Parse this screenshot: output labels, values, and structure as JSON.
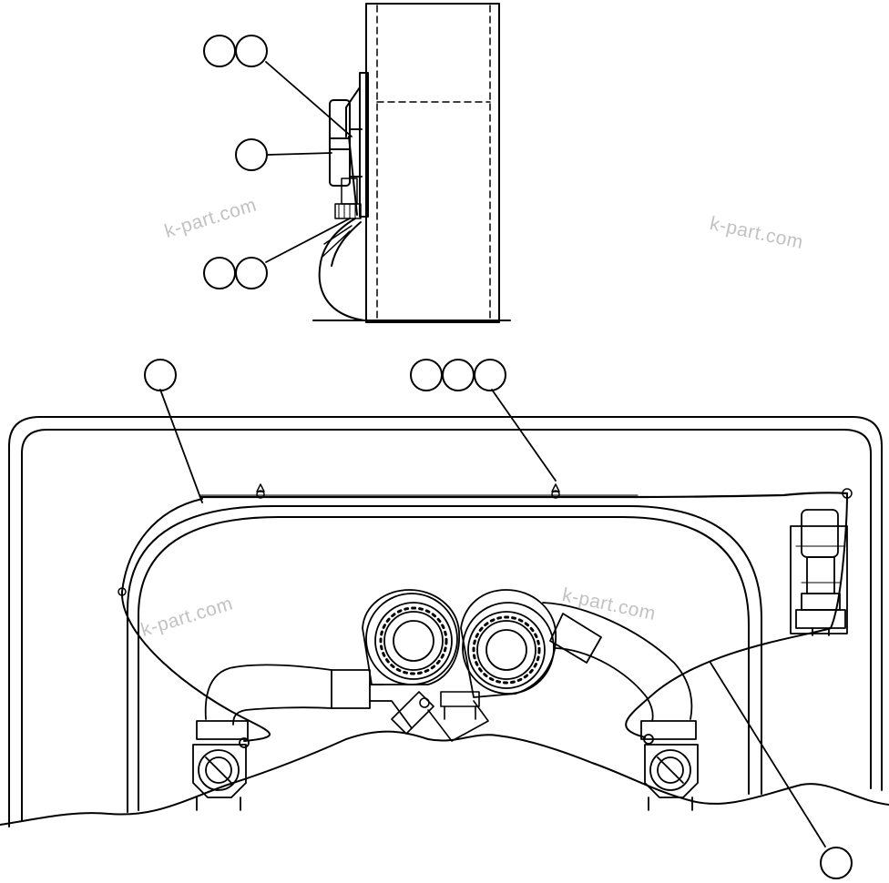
{
  "watermarks": [
    {
      "text": "k-part.com"
    },
    {
      "text": "k-part.com"
    },
    {
      "text": "k-part.com"
    },
    {
      "text": "k-part.com"
    }
  ],
  "callouts": [
    {
      "name": "callout-pair-upper",
      "count": 2
    },
    {
      "name": "callout-single-upper",
      "count": 1
    },
    {
      "name": "callout-pair-lower",
      "count": 2
    },
    {
      "name": "callout-single-left",
      "count": 1
    },
    {
      "name": "callout-triple-center",
      "count": 3
    },
    {
      "name": "callout-single-bottom-right",
      "count": 1
    }
  ]
}
